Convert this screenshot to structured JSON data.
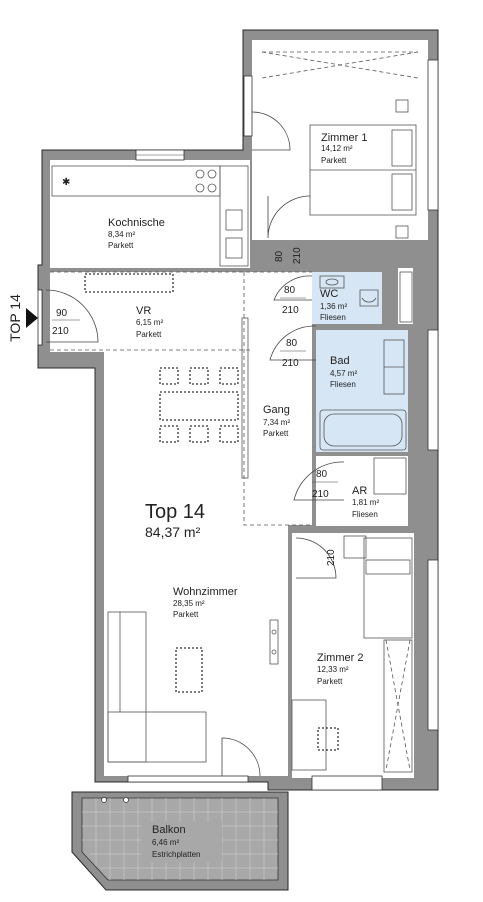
{
  "apartment": {
    "name": "Top 14",
    "area": "84,37 m²"
  },
  "entrance": {
    "label": "TOP 14",
    "door_width": "90",
    "door_height": "210"
  },
  "rooms": {
    "zimmer1": {
      "name": "Zimmer 1",
      "area": "14,12 m²",
      "floor": "Parkett"
    },
    "kochnische": {
      "name": "Kochnische",
      "area": "8,34 m²",
      "floor": "Parkett"
    },
    "wc": {
      "name": "WC",
      "area": "1,36 m²",
      "floor": "Fliesen"
    },
    "vr": {
      "name": "VR",
      "area": "6,15 m²",
      "floor": "Parkett"
    },
    "bad": {
      "name": "Bad",
      "area": "4,57 m²",
      "floor": "Fliesen"
    },
    "gang": {
      "name": "Gang",
      "area": "7,34 m²",
      "floor": "Parkett"
    },
    "ar": {
      "name": "AR",
      "area": "1,81 m²",
      "floor": "Fliesen"
    },
    "wohnzimmer": {
      "name": "Wohnzimmer",
      "area": "28,35 m²",
      "floor": "Parkett"
    },
    "zimmer2": {
      "name": "Zimmer 2",
      "area": "12,33 m²",
      "floor": "Parkett"
    },
    "balkon": {
      "name": "Balkon",
      "area": "6,46 m²",
      "floor": "Estrichplatten"
    }
  },
  "doors": {
    "zimmer1": {
      "w": "80",
      "h": "210"
    },
    "wc": {
      "w": "80",
      "h": "210"
    },
    "bad": {
      "w": "80",
      "h": "210"
    },
    "ar": {
      "w": "80",
      "h": "210"
    },
    "zimmer2": {
      "h": "210"
    }
  },
  "colors": {
    "wall": "#8f8f8f",
    "wet_room": "#d6e6f5",
    "entrance_label": "#c8141e"
  }
}
